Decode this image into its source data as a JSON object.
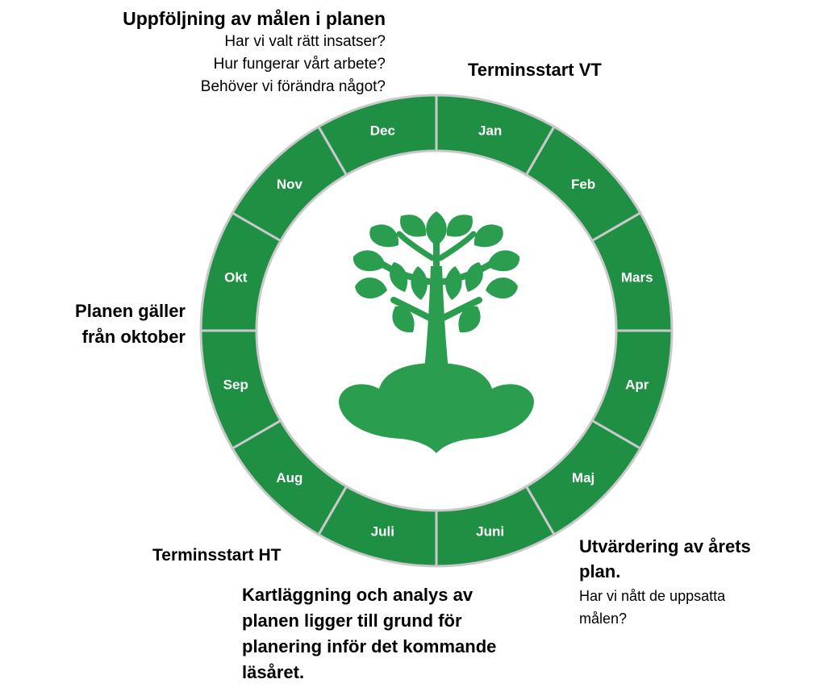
{
  "colors": {
    "ring": "#1f8f44",
    "ring_border": "#c9c9c9",
    "tree": "#2a9d4f",
    "label": "#ffffff"
  },
  "wheel": {
    "months": [
      "Jan",
      "Feb",
      "Mars",
      "Apr",
      "Maj",
      "Juni",
      "Juli",
      "Aug",
      "Sep",
      "Okt",
      "Nov",
      "Dec"
    ],
    "center_icon": "tree-icon"
  },
  "annotations": {
    "followup": {
      "title": "Uppföljning av målen i planen",
      "lines": [
        "Har vi valt rätt insatser?",
        "Hur fungerar vårt arbete?",
        "Behöver vi förändra något?"
      ]
    },
    "term_start_vt": "Terminsstart VT",
    "plan_valid": [
      "Planen gäller",
      "från oktober"
    ],
    "term_start_ht": "Terminsstart HT",
    "mapping": [
      "Kartläggning och analys av",
      "planen ligger till grund för",
      "planering inför det kommande",
      "läsåret."
    ],
    "evaluation": {
      "title_lines": [
        "Utvärdering av årets",
        "plan."
      ],
      "lines": [
        "Har vi nått de uppsatta",
        "målen?"
      ]
    }
  }
}
